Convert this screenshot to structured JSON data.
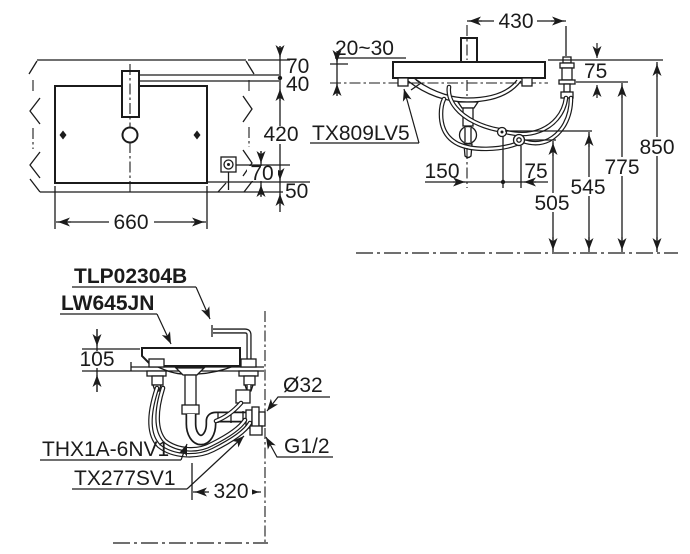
{
  "drawing": {
    "plan_view": {
      "dim_top_70": "70",
      "dim_top_40": "40",
      "dim_depth_420": "420",
      "dim_side_70": "70",
      "dim_side_50": "50",
      "dim_width_660": "660"
    },
    "elevation_view": {
      "dim_faucet_430": "430",
      "dim_wall_gap": "20~30",
      "dim_rim_75": "75",
      "dim_height_850": "850",
      "dim_height_775": "775",
      "dim_height_545": "545",
      "dim_height_505": "505",
      "dim_offset_150": "150",
      "dim_offset_75": "75",
      "hanger_code": "TX809LV5"
    },
    "section_view": {
      "faucet_code": "TLP02304B",
      "lavatory_code": "LW645JN",
      "dim_thickness_105": "105",
      "dim_drain_320": "320",
      "supply_valve_code": "THX1A-6NV1",
      "trap_code": "TX277SV1",
      "drain_diameter": "Ø32",
      "supply_thread": "G1/2"
    }
  }
}
